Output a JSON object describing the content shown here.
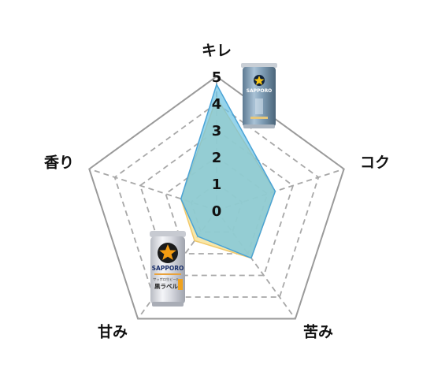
{
  "chart_data": {
    "type": "radar",
    "axes": [
      "キレ",
      "コク",
      "苦み",
      "甘み",
      "香り"
    ],
    "ticks": [
      "0",
      "1",
      "2",
      "3",
      "4",
      "5"
    ],
    "range": [
      0,
      5
    ],
    "grid": true,
    "series": [
      {
        "values": [
          4.7,
          2.3,
          2.2,
          1.2,
          1.4
        ],
        "color": "#6ec3e3",
        "stroke": "#4aa3d6",
        "image": "blue-beer-can"
      },
      {
        "values": [
          4.2,
          2.3,
          2.2,
          1.4,
          1.4
        ],
        "color": "#f7e39a",
        "stroke": "#f2c96b",
        "image": "sapporo-black-label-can"
      }
    ]
  },
  "cans": {
    "blue": {
      "brand": "SAPPORO"
    },
    "silver": {
      "brand": "SAPPORO",
      "subtitle": "サッポロ生ビール",
      "name": "黒ラベル"
    }
  }
}
